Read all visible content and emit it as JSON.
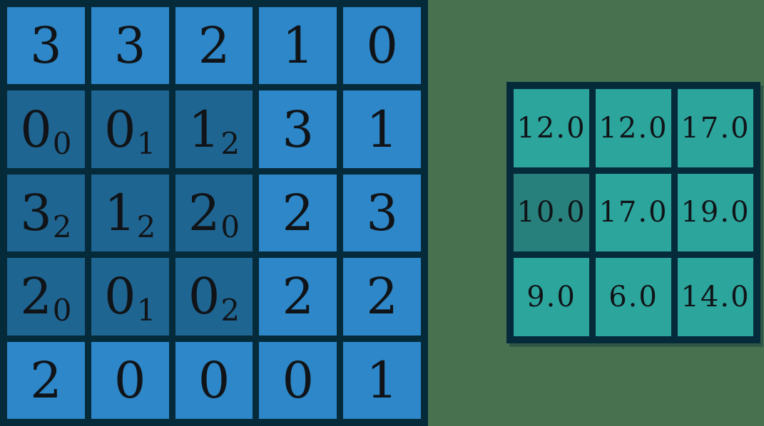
{
  "colors": {
    "background": "#47714F",
    "grid_border": "#052b3b",
    "input_cell": "#2d87c8",
    "input_kernel_cell": "#1f6591",
    "output_cell": "#2ca59c",
    "output_highlight_cell": "#27807c",
    "text": "#101418"
  },
  "input_grid": {
    "rows": 5,
    "cols": 5,
    "cells": [
      [
        {
          "value": "3"
        },
        {
          "value": "3"
        },
        {
          "value": "2"
        },
        {
          "value": "1"
        },
        {
          "value": "0"
        }
      ],
      [
        {
          "value": "0",
          "kernel_weight": "0"
        },
        {
          "value": "0",
          "kernel_weight": "1"
        },
        {
          "value": "1",
          "kernel_weight": "2"
        },
        {
          "value": "3"
        },
        {
          "value": "1"
        }
      ],
      [
        {
          "value": "3",
          "kernel_weight": "2"
        },
        {
          "value": "1",
          "kernel_weight": "2"
        },
        {
          "value": "2",
          "kernel_weight": "0"
        },
        {
          "value": "2"
        },
        {
          "value": "3"
        }
      ],
      [
        {
          "value": "2",
          "kernel_weight": "0"
        },
        {
          "value": "0",
          "kernel_weight": "1"
        },
        {
          "value": "0",
          "kernel_weight": "2"
        },
        {
          "value": "2"
        },
        {
          "value": "2"
        }
      ],
      [
        {
          "value": "2"
        },
        {
          "value": "0"
        },
        {
          "value": "0"
        },
        {
          "value": "0"
        },
        {
          "value": "1"
        }
      ]
    ]
  },
  "output_grid": {
    "rows": 3,
    "cols": 3,
    "cells": [
      [
        {
          "value": "12.0"
        },
        {
          "value": "12.0"
        },
        {
          "value": "17.0"
        }
      ],
      [
        {
          "value": "10.0",
          "highlighted": true
        },
        {
          "value": "17.0"
        },
        {
          "value": "19.0"
        }
      ],
      [
        {
          "value": "9.0"
        },
        {
          "value": "6.0"
        },
        {
          "value": "14.0"
        }
      ]
    ]
  }
}
